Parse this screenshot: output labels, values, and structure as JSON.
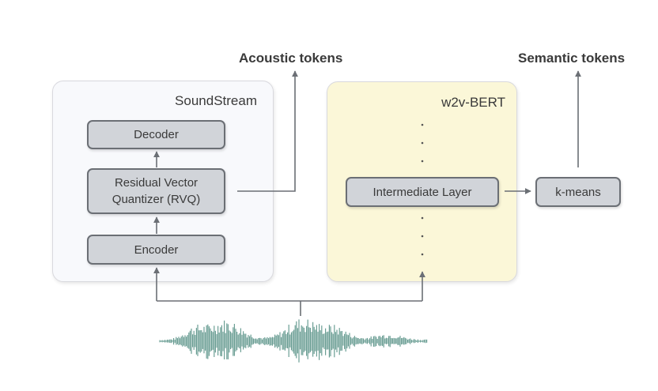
{
  "soundstream": {
    "title": "SoundStream",
    "blocks": {
      "decoder": "Decoder",
      "rvq": "Residual Vector\nQuantizer (RVQ)",
      "encoder": "Encoder"
    }
  },
  "w2v_bert": {
    "title": "w2v-BERT",
    "blocks": {
      "intermediate": "Intermediate Layer"
    }
  },
  "kmeans": "k-means",
  "outputs": {
    "acoustic": "Acoustic tokens",
    "semantic": "Semantic tokens"
  },
  "colors": {
    "soundstream_bg": "#f8f9fc",
    "w2v_bg": "#fbf7d8",
    "block_fill": "#d1d4d9",
    "block_border": "#6b6f75",
    "arrow": "#6b6f75",
    "waveform": "#6b9e94"
  },
  "icons": {
    "waveform": "audio-waveform-icon"
  }
}
